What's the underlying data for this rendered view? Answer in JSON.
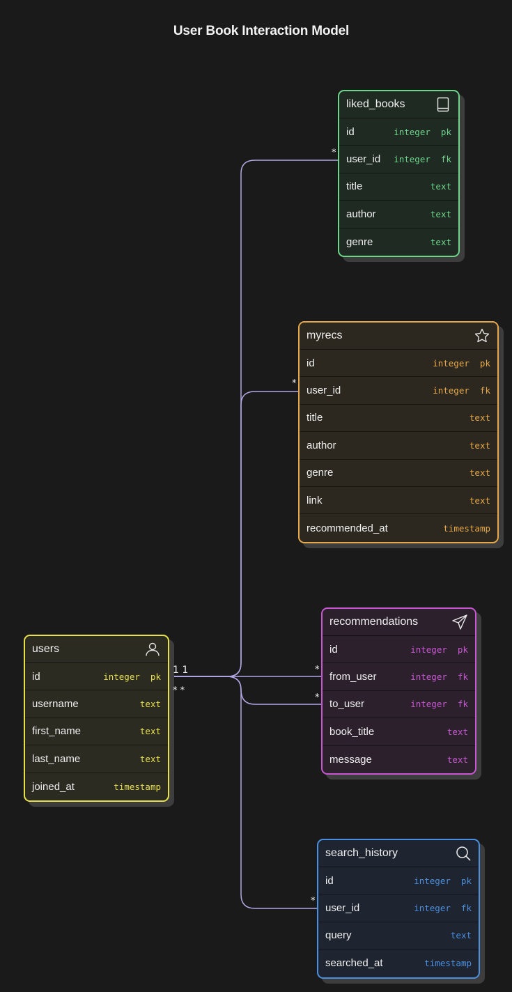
{
  "diagram": {
    "title": "User Book Interaction Model",
    "tables": {
      "liked_books": {
        "name": "liked_books",
        "icon": "book-icon",
        "color": "#6fd58b",
        "fields": [
          {
            "name": "id",
            "type": "integer  pk"
          },
          {
            "name": "user_id",
            "type": "integer  fk"
          },
          {
            "name": "title",
            "type": "text"
          },
          {
            "name": "author",
            "type": "text"
          },
          {
            "name": "genre",
            "type": "text"
          }
        ]
      },
      "myrecs": {
        "name": "myrecs",
        "icon": "star-icon",
        "color": "#e6a84a",
        "fields": [
          {
            "name": "id",
            "type": "integer  pk"
          },
          {
            "name": "user_id",
            "type": "integer  fk"
          },
          {
            "name": "title",
            "type": "text"
          },
          {
            "name": "author",
            "type": "text"
          },
          {
            "name": "genre",
            "type": "text"
          },
          {
            "name": "link",
            "type": "text"
          },
          {
            "name": "recommended_at",
            "type": "timestamp"
          }
        ]
      },
      "recommendations": {
        "name": "recommendations",
        "icon": "send-icon",
        "color": "#c957d4",
        "fields": [
          {
            "name": "id",
            "type": "integer  pk"
          },
          {
            "name": "from_user",
            "type": "integer  fk"
          },
          {
            "name": "to_user",
            "type": "integer  fk"
          },
          {
            "name": "book_title",
            "type": "text"
          },
          {
            "name": "message",
            "type": "text"
          }
        ]
      },
      "users": {
        "name": "users",
        "icon": "user-icon",
        "color": "#e8e04a",
        "fields": [
          {
            "name": "id",
            "type": "integer  pk"
          },
          {
            "name": "username",
            "type": "text"
          },
          {
            "name": "first_name",
            "type": "text"
          },
          {
            "name": "last_name",
            "type": "text"
          },
          {
            "name": "joined_at",
            "type": "timestamp"
          }
        ]
      },
      "search_history": {
        "name": "search_history",
        "icon": "search-icon",
        "color": "#4a8fe0",
        "fields": [
          {
            "name": "id",
            "type": "integer  pk"
          },
          {
            "name": "user_id",
            "type": "integer  fk"
          },
          {
            "name": "query",
            "type": "text"
          },
          {
            "name": "searched_at",
            "type": "timestamp"
          }
        ]
      }
    },
    "relations": [
      {
        "from": "liked_books.user_id",
        "to": "users.id",
        "from_card": "*",
        "to_card": "1"
      },
      {
        "from": "myrecs.user_id",
        "to": "users.id",
        "from_card": "*",
        "to_card": "1"
      },
      {
        "from": "recommendations.from_user",
        "to": "users.id",
        "from_card": "*",
        "to_card": "*"
      },
      {
        "from": "recommendations.to_user",
        "to": "users.id",
        "from_card": "*",
        "to_card": "*"
      },
      {
        "from": "search_history.user_id",
        "to": "users.id",
        "from_card": "*",
        "to_card": "1"
      }
    ],
    "users_cardinality_top": "1 1",
    "users_cardinality_bottom": "* *",
    "line_color": "#b3a8e6"
  }
}
